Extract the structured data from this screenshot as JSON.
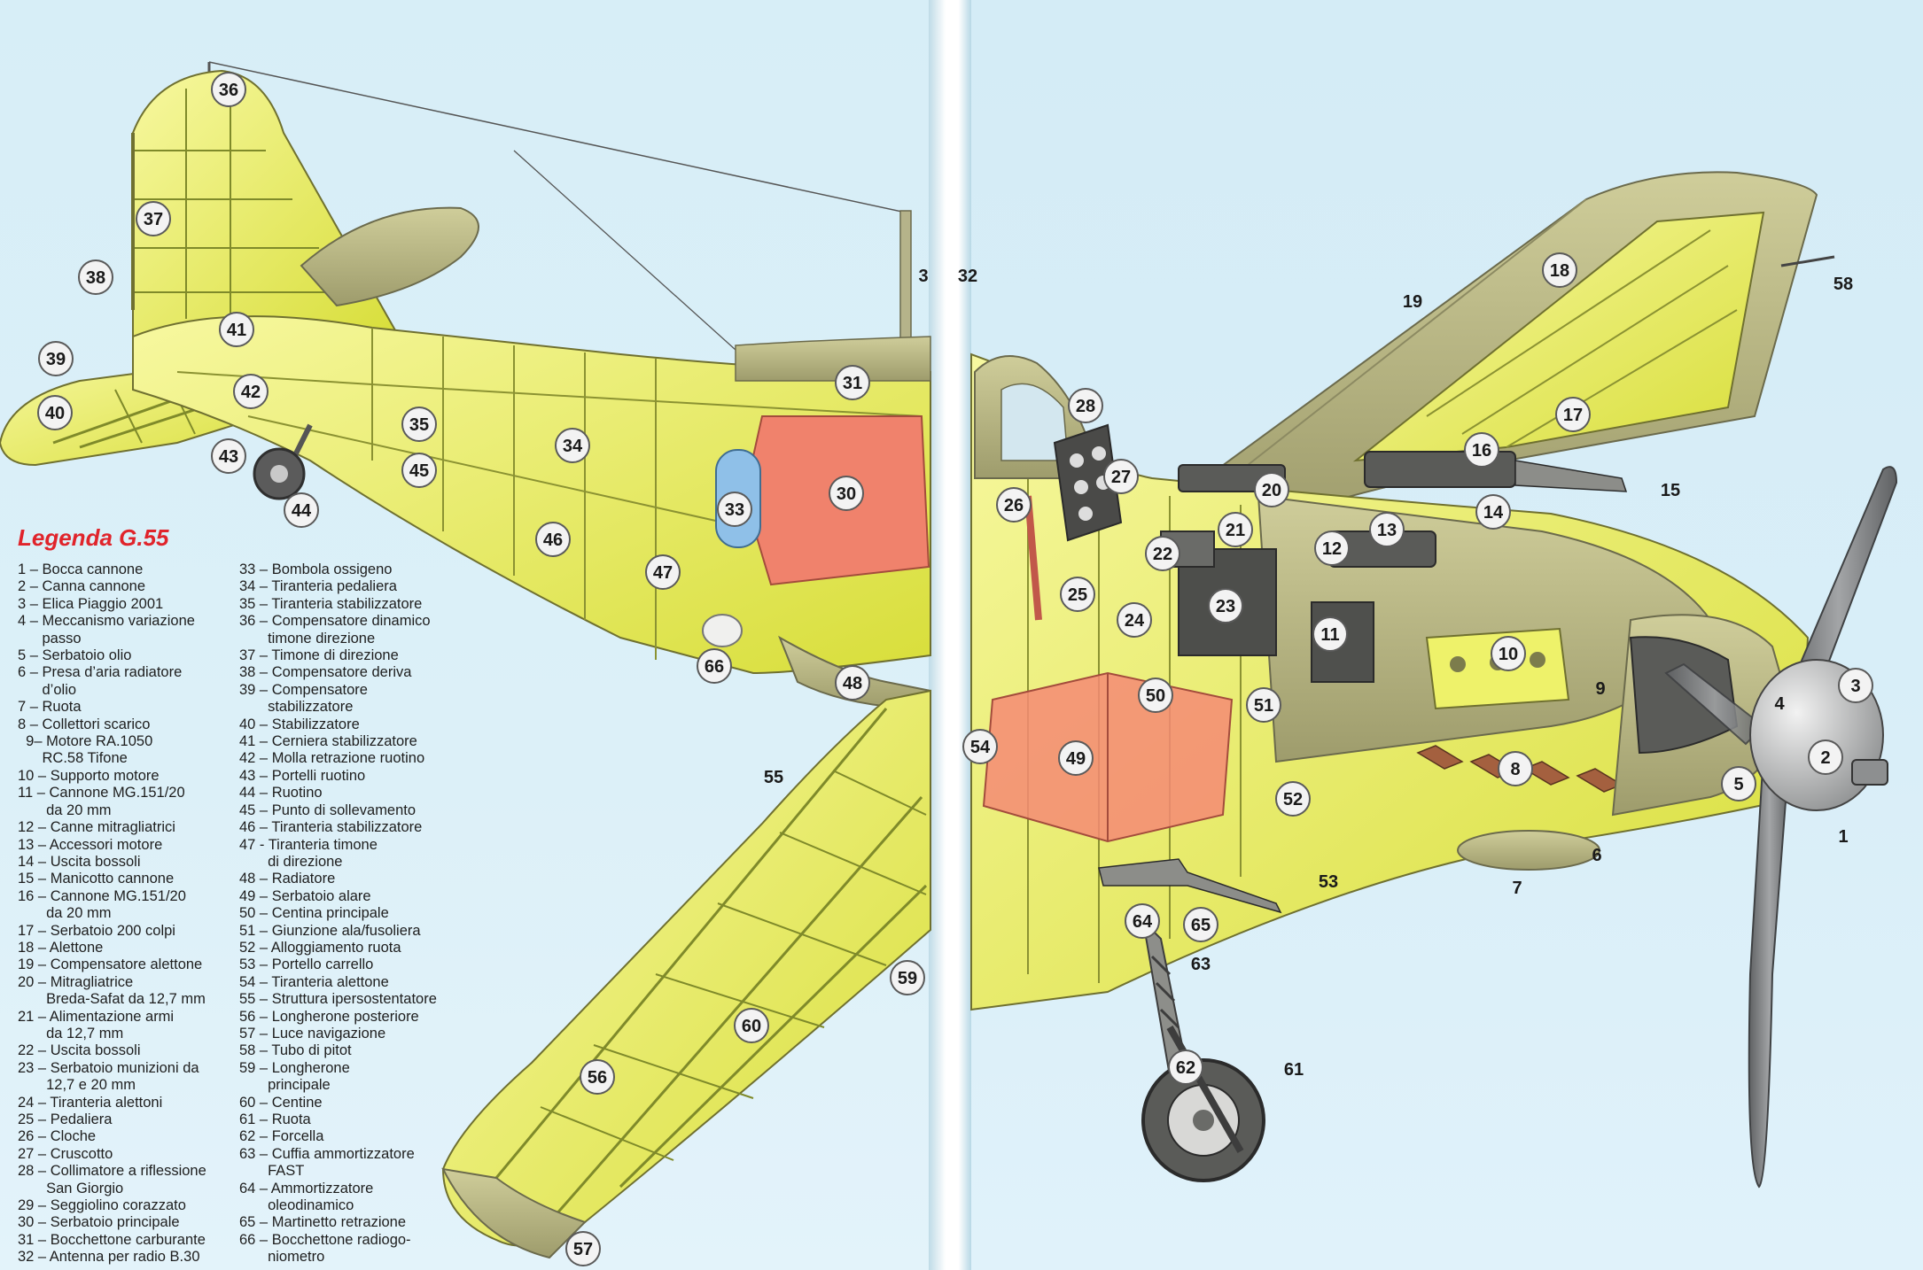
{
  "legend": {
    "title": "Legenda G.55",
    "items_col1": [
      "1 – Bocca cannone",
      "2 – Canna cannone",
      "3 – Elica Piaggio 2001",
      "4 – Meccanismo variazione\n      passo",
      "5 – Serbatoio olio",
      "6 – Presa d’aria radiatore\n      d’olio",
      "7 – Ruota",
      "8 – Collettori scarico",
      "  9– Motore RA.1050\n      RC.58 Tifone",
      "10 – Supporto motore",
      "11 – Cannone MG.151/20\n       da 20 mm",
      "12 – Canne mitragliatrici",
      "13 – Accessori motore",
      "14 – Uscita bossoli",
      "15 – Manicotto cannone",
      "16 – Cannone MG.151/20\n       da 20 mm",
      "17 – Serbatoio 200 colpi",
      "18 – Alettone",
      "19 – Compensatore alettone",
      "20 – Mitragliatrice\n       Breda-Safat da 12,7 mm",
      "21 – Alimentazione armi\n       da 12,7 mm",
      "22 – Uscita bossoli",
      "23 – Serbatoio munizioni da\n       12,7 e 20 mm",
      "24 – Tiranteria alettoni",
      "25 – Pedaliera",
      "26 – Cloche",
      "27 – Cruscotto",
      "28 – Collimatore a riflessione\n       San Giorgio",
      "29 – Seggiolino corazzato",
      "30 – Serbatoio principale",
      "31 – Bocchettone carburante",
      "32 – Antenna per radio B.30"
    ],
    "items_col2": [
      "33 – Bombola ossigeno",
      "34 – Tiranteria pedaliera",
      "35 – Tiranteria stabilizzatore",
      "36 – Compensatore dinamico\n       timone direzione",
      "37 – Timone di direzione",
      "38 – Compensatore deriva",
      "39 – Compensatore\n       stabilizzatore",
      "40 – Stabilizzatore",
      "41 – Cerniera stabilizzatore",
      "42 – Molla retrazione ruotino",
      "43 – Portelli ruotino",
      "44 – Ruotino",
      "45 – Punto di sollevamento",
      "46 – Tiranteria stabilizzatore",
      "47 - Tiranteria timone\n       di direzione",
      "48 – Radiatore",
      "49 – Serbatoio alare",
      "50 – Centina principale",
      "51 – Giunzione ala/fusoliera",
      "52 – Alloggiamento ruota",
      "53 – Portello carrello",
      "54 – Tiranteria alettone",
      "55 – Struttura ipersostentatore",
      "56 – Longherone posteriore",
      "57 – Luce navigazione",
      "58 – Tubo di pitot",
      "59 – Longherone\n       principale",
      "60 – Centine",
      "61 – Ruota",
      "62 – Forcella",
      "63 – Cuffia ammortizzatore\n       FAST",
      "64 – Ammortizzatore\n       oleodinamico",
      "65 – Martinetto retrazione",
      "66 – Bocchettone radiogo-\n       niometro"
    ]
  },
  "callouts": [
    "36",
    "37",
    "38",
    "39",
    "40",
    "41",
    "42",
    "43",
    "44",
    "35",
    "45",
    "34",
    "31",
    "30",
    "33",
    "46",
    "47",
    "66",
    "48",
    "55",
    "60",
    "56",
    "59",
    "57",
    "28",
    "27",
    "26",
    "25",
    "24",
    "23",
    "22",
    "21",
    "20",
    "12",
    "13",
    "11",
    "10",
    "14",
    "16",
    "17",
    "18",
    "19",
    "58",
    "15",
    "9",
    "4",
    "3",
    "2",
    "5",
    "1",
    "6",
    "7",
    "8",
    "52",
    "53",
    "51",
    "50",
    "49",
    "54",
    "64",
    "65",
    "63",
    "62",
    "61"
  ],
  "plain_labels": [
    "3",
    "32",
    "55",
    "19",
    "58",
    "15",
    "9",
    "1",
    "6",
    "7",
    "53",
    "63",
    "61"
  ],
  "colors": {
    "sky_left": "#d7eef7",
    "sky_right": "#d4ecf6",
    "structure_yellow": "#eef26a",
    "skin_olive": "#b9b784",
    "fuel_tank_red": "#f0826c",
    "oxygen_blue": "#8fc0e8",
    "legend_title_red": "#e0242b",
    "propeller_grey": "#77797b"
  }
}
